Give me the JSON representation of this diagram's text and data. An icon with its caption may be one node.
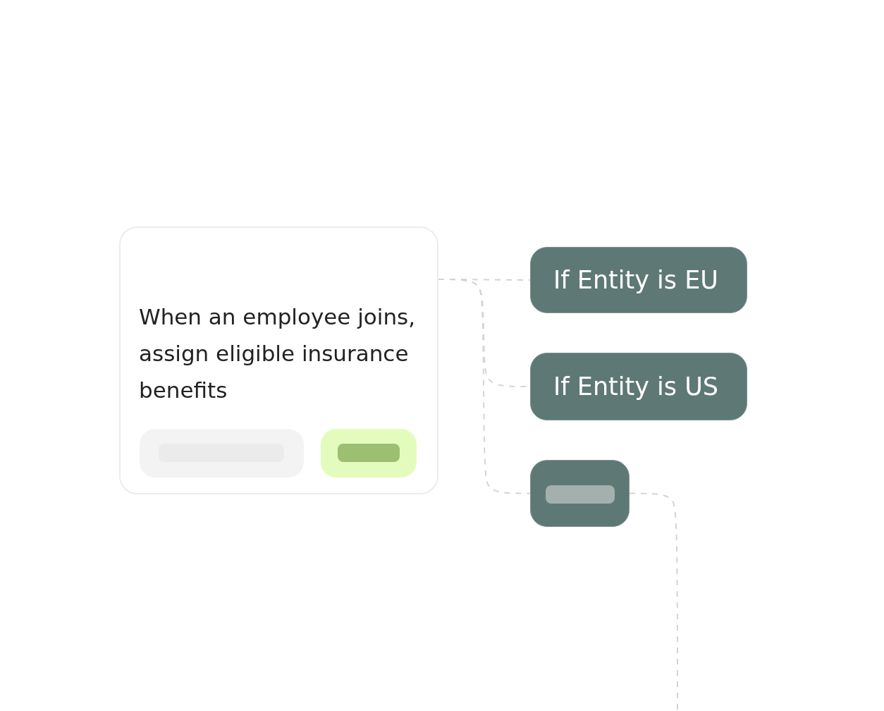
{
  "diagram": {
    "nodes": [
      {
        "text": [
          "When an employee joins, assign eligible insurance benefits"
        ]
      },
      {
        "text": [
          "If Entity is EU"
        ]
      },
      {
        "text": [
          "If Entity is US"
        ]
      },
      {
        "text": [],
        "shape": "box"
      }
    ],
    "edges": [
      {
        "from": 0,
        "to": 1,
        "arrow": "none",
        "style": "dashed"
      },
      {
        "from": 0,
        "to": 2,
        "arrow": "none",
        "style": "dashed"
      },
      {
        "from": 0,
        "to": 3,
        "arrow": "none",
        "style": "dashed"
      },
      {
        "from": 3,
        "to": null,
        "arrow": "none",
        "style": "dashed"
      }
    ]
  }
}
